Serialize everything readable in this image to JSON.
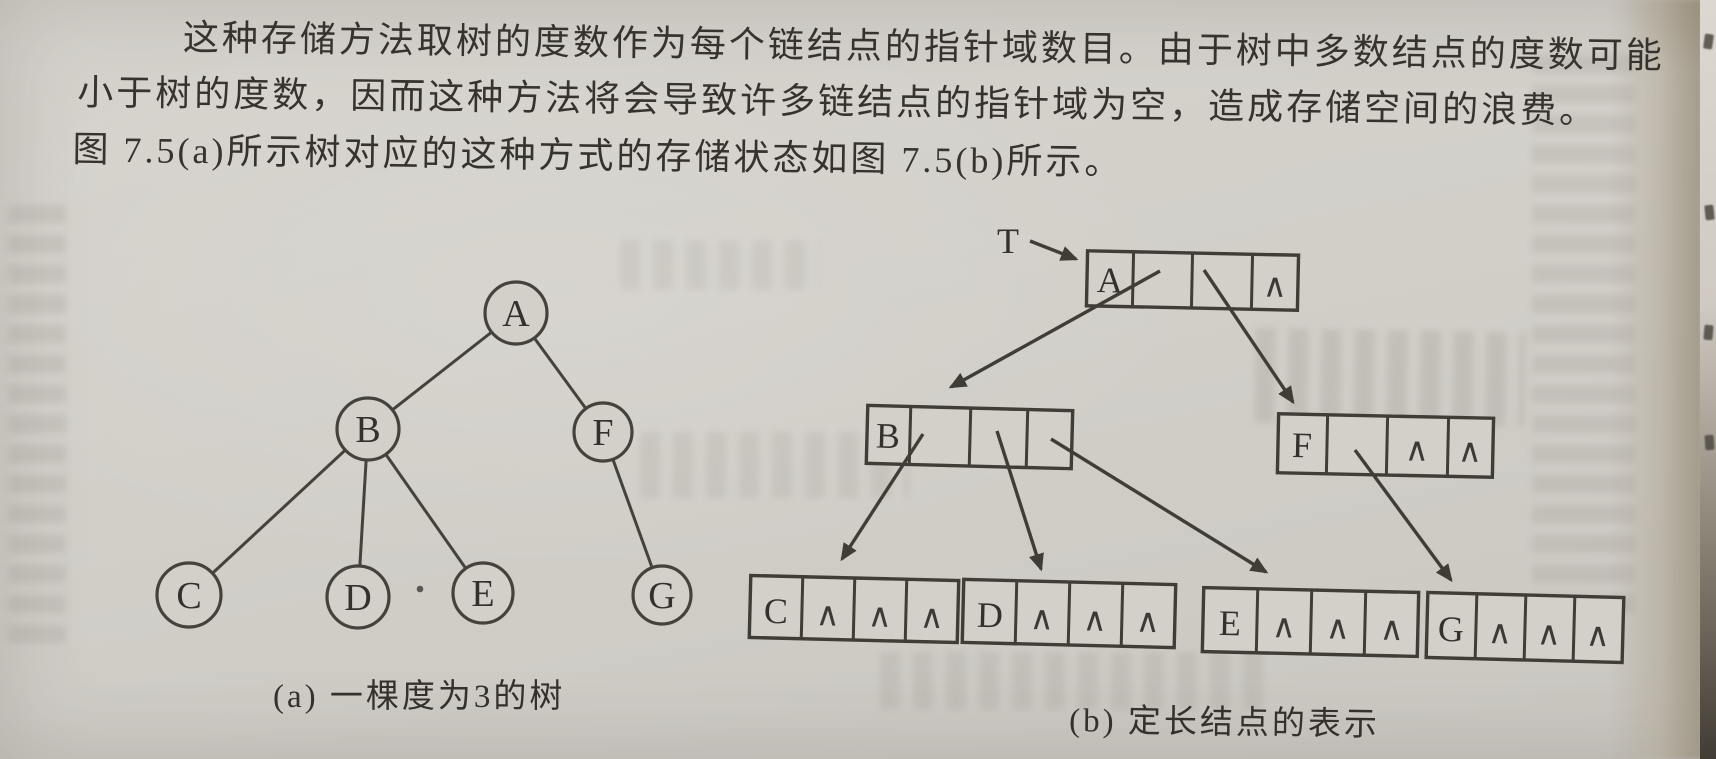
{
  "paragraph": {
    "lines": [
      "这种存储方法取树的度数作为每个链结点的指针域数目。由于树中多数结点的度数可能",
      "小于树的度数，因而这种方法将会导致许多链结点的指针域为空，造成存储空间的浪费。",
      "图 7.5(a)所示树对应的这种方式的存储状态如图 7.5(b)所示。"
    ]
  },
  "figure": {
    "caption_a": "(a) 一棵度为3的树",
    "caption_b": "(b) 定长结点的表示",
    "tree": {
      "nodes": [
        {
          "label": "A"
        },
        {
          "label": "B"
        },
        {
          "label": "F"
        },
        {
          "label": "C"
        },
        {
          "label": "D"
        },
        {
          "label": "E"
        },
        {
          "label": "G"
        }
      ],
      "edges": [
        [
          "A",
          "B"
        ],
        [
          "A",
          "F"
        ],
        [
          "B",
          "C"
        ],
        [
          "B",
          "D"
        ],
        [
          "B",
          "E"
        ],
        [
          "F",
          "G"
        ]
      ]
    },
    "linked": {
      "root_pointer_label": "T",
      "null_symbol": "∧",
      "nodes": [
        {
          "label": "A",
          "slots": [
            "pointer",
            "pointer",
            "null"
          ]
        },
        {
          "label": "B",
          "slots": [
            "pointer",
            "pointer",
            "pointer"
          ]
        },
        {
          "label": "F",
          "slots": [
            "pointer",
            "null",
            "null"
          ]
        },
        {
          "label": "C",
          "slots": [
            "null",
            "null",
            "null"
          ]
        },
        {
          "label": "D",
          "slots": [
            "null",
            "null",
            "null"
          ]
        },
        {
          "label": "E",
          "slots": [
            "null",
            "null",
            "null"
          ]
        },
        {
          "label": "G",
          "slots": [
            "null",
            "null",
            "null"
          ]
        }
      ]
    }
  },
  "colors": {
    "ink": "#36332e",
    "paper": "#d2cfc9",
    "page_curve_band": "#b2a997",
    "page_edge_dark": "#413c34"
  }
}
